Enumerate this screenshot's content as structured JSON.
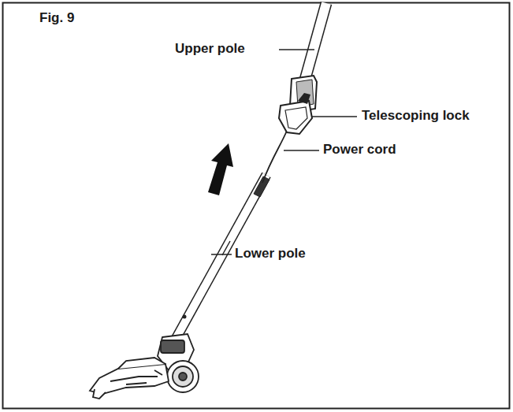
{
  "diagram": {
    "title": "Fig. 9",
    "labels": [
      "Upper pole",
      "Telescoping lock",
      "Power cord",
      "Lower pole"
    ]
  }
}
